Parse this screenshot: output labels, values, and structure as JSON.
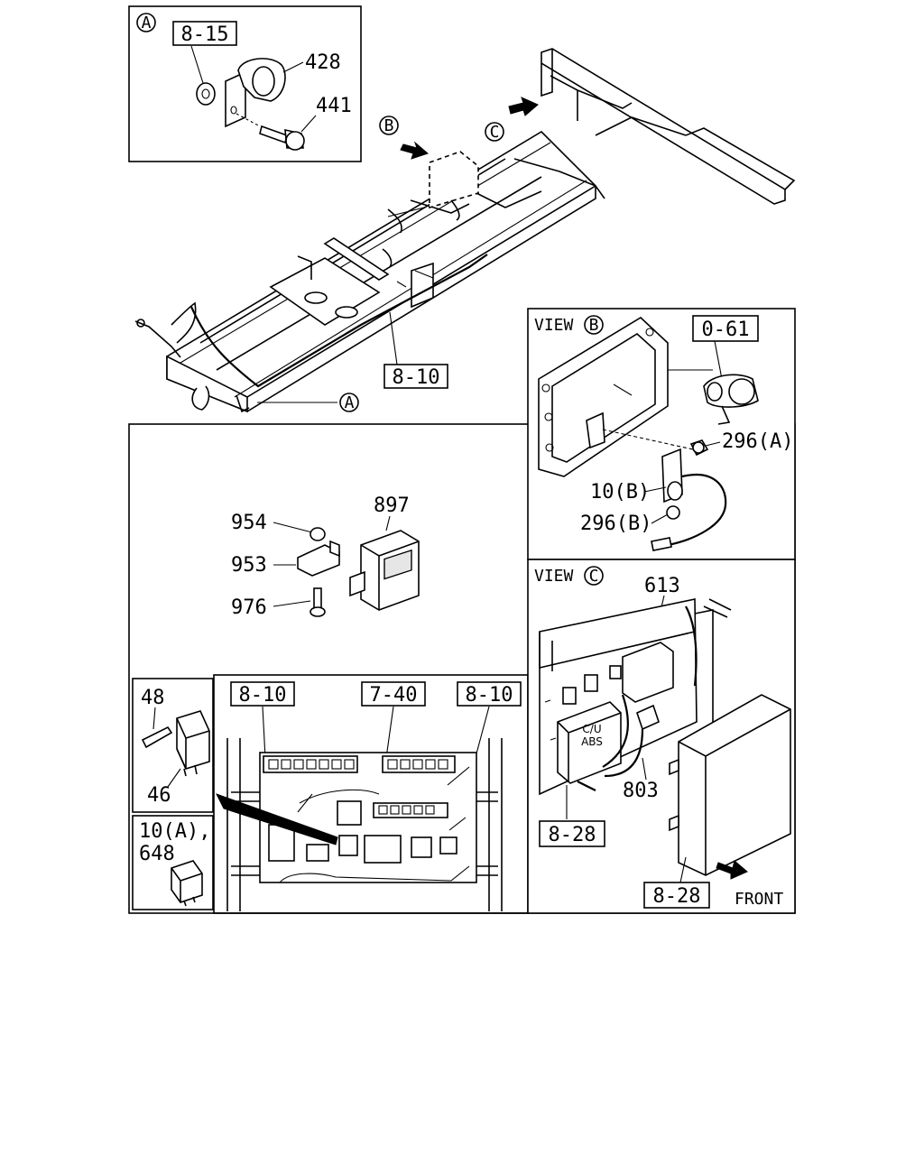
{
  "labels": {
    "circle_a": "A",
    "circle_b": "B",
    "circle_c": "C",
    "ref_8_15": "8-15",
    "part_428": "428",
    "part_441": "441",
    "ref_8_10_main": "8-10",
    "view_b_title": "VIEW",
    "ref_0_61": "0-61",
    "part_296a": "296(A)",
    "part_10b": "10(B)",
    "part_296b": "296(B)",
    "part_954": "954",
    "part_953": "953",
    "part_976": "976",
    "part_897": "897",
    "view_c_title": "VIEW",
    "part_613": "613",
    "cu_abs_line1": "C/U",
    "cu_abs_line2": "ABS",
    "part_803": "803",
    "ref_8_28_a": "8-28",
    "ref_8_28_b": "8-28",
    "front": "FRONT",
    "part_48": "48",
    "part_46": "46",
    "part_10a": "10(A),",
    "part_648": "648",
    "ref_8_10_left": "8-10",
    "ref_7_40": "7-40",
    "ref_8_10_right": "8-10"
  }
}
